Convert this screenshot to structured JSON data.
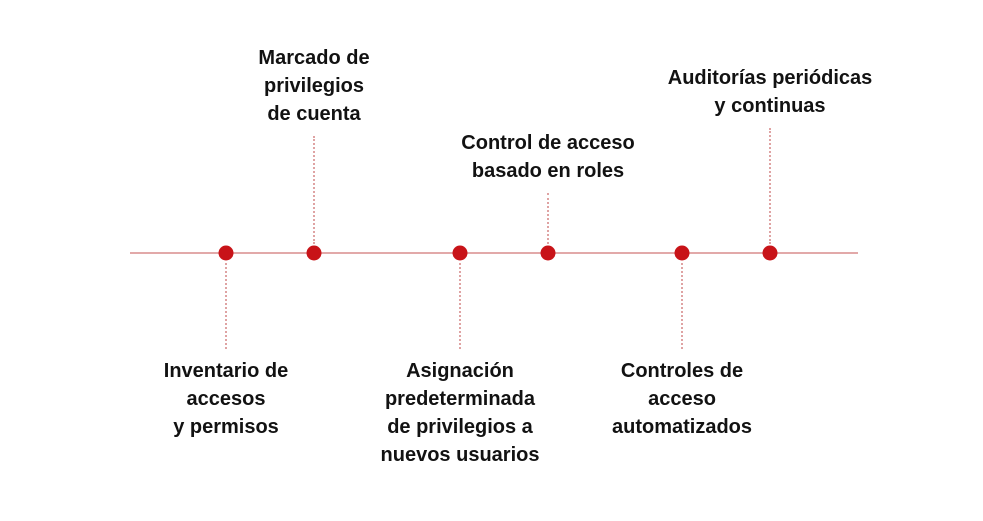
{
  "diagram": {
    "type": "timeline",
    "colors": {
      "axis": "#e2a9a9",
      "dot": "#c81318",
      "leader": "#dfa3a3",
      "text": "#121212",
      "bg": "#ffffff"
    },
    "items": [
      {
        "label": "Marcado de\nprivilegios\nde cuenta",
        "side": "above"
      },
      {
        "label": "Control de acceso\nbasado en roles",
        "side": "above"
      },
      {
        "label": "Auditorías periódicas\ny continuas",
        "side": "above"
      },
      {
        "label": "Inventario de\naccesos\ny permisos",
        "side": "below"
      },
      {
        "label": "Asignación\npredeterminada\nde privilegios a\nnuevos usuarios",
        "side": "below"
      },
      {
        "label": "Controles de\nacceso\nautomatizados",
        "side": "below"
      }
    ]
  }
}
